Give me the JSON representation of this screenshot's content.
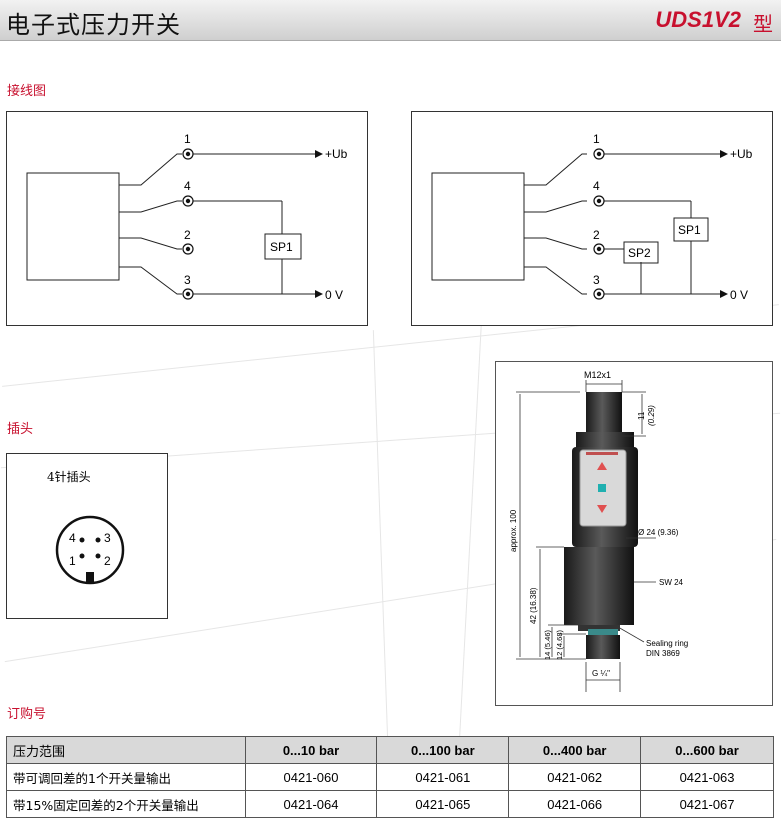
{
  "header": {
    "title": "电子式压力开关",
    "model": "UDS1V2",
    "model_suffix": "型"
  },
  "sections": {
    "wiring": "接线图",
    "connector": "插头",
    "ordering": "订购号"
  },
  "wiring_left": {
    "pins": [
      "1",
      "4",
      "2",
      "3"
    ],
    "supply": "+Ub",
    "ground": "0 V",
    "switch": "SP1"
  },
  "wiring_right": {
    "pins": [
      "1",
      "4",
      "2",
      "3"
    ],
    "supply": "+Ub",
    "ground": "0 V",
    "switch1": "SP1",
    "switch2": "SP2"
  },
  "connector": {
    "title": "4针插头",
    "pins": [
      "4",
      "3",
      "1",
      "2"
    ]
  },
  "drawing": {
    "thread": "M12x1",
    "dim_11": "11",
    "dim_029": "(0.29)",
    "approx": "approx. 100",
    "dia": "Ø 24 (9.36)",
    "sw": "SW 24",
    "dim_42": "42 (16.38)",
    "dim_14": "14 (5.46)",
    "dim_12": "12 (4.68)",
    "seal1": "Sealing ring",
    "seal2": "DIN 3869",
    "port": "G ¼\""
  },
  "order_table": {
    "headers": [
      "压力范围",
      "0...10 bar",
      "0...100 bar",
      "0...400 bar",
      "0...600 bar"
    ],
    "rows": [
      [
        "带可调回差的1个开关量输出",
        "0421-060",
        "0421-061",
        "0421-062",
        "0421-063"
      ],
      [
        "带15%固定回差的2个开关量输出",
        "0421-064",
        "0421-065",
        "0421-066",
        "0421-067"
      ]
    ]
  },
  "colors": {
    "accent": "#c8102e",
    "header_bg": "#d9d9d9"
  }
}
